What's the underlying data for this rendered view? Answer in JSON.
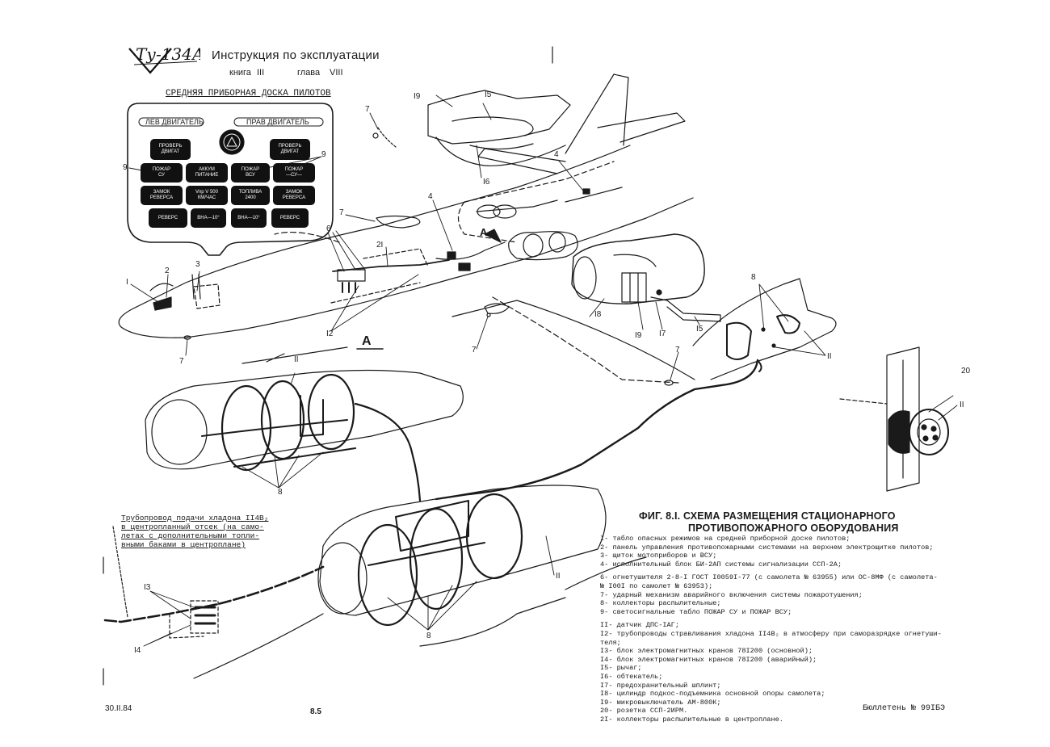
{
  "header": {
    "logo_text": "Ту-134А",
    "title": "Инструкция по эксплуатации",
    "book_label": "книга",
    "book_value": "III",
    "chapter_label": "глава",
    "chapter_value": "VIII"
  },
  "panel": {
    "title": "СРЕДНЯЯ ПРИБОРНАЯ ДОСКА ПИЛОТОВ",
    "left_engine": "ЛЕВ ДВИГАТЕЛЬ",
    "right_engine": "ПРАВ ДВИГАТЕЛЬ",
    "buttons": [
      "ПРОВЕРЬ\nДВИГАТ",
      "ПРОВЕРЬ\nДВИГАТ",
      "ПОЖАР\nСУ",
      "АККУМ\nПИТАНИЕ",
      "ПОЖАР\nВСУ",
      "ПОЖАР\n—СУ—",
      "ЗАМОК\nРЕВЕРСА",
      "Vпр V 500\nКМ/ЧАС",
      "ТОПЛИВА\n2400",
      "ЗАМОК\nРЕВЕРСА",
      "РЕВЕРС",
      "ВНА—10°",
      "ВНА—10°",
      "РЕВЕРС"
    ]
  },
  "callouts": {
    "c1": "I",
    "c2": "2",
    "c3": "3",
    "c4a": "4",
    "c4b": "4",
    "c6": "6",
    "c7a": "7",
    "c7b": "7",
    "c7c": "7",
    "c7d": "7",
    "c7e": "7",
    "c8a": "8",
    "c8b": "8",
    "c8c": "8",
    "c9a": "9",
    "c9b": "9",
    "c11a": "II",
    "c11b": "II",
    "c11c": "II",
    "c11d": "II",
    "c12": "I2",
    "c13": "I3",
    "c14": "I4",
    "c15a": "I5",
    "c15b": "I5",
    "c16": "I6",
    "c17": "I7",
    "c18": "I8",
    "c19a": "I9",
    "c19b": "I9",
    "c20": "20",
    "c21": "2I",
    "view": "А",
    "view_arrow": "А"
  },
  "note_lines": [
    "Трубопровод подачи хладона II4В₂",
    "в центропланный отсек (на само-",
    "летах с дополнительными топли-",
    "вными баками в центроплане)"
  ],
  "figure": {
    "title_line1": "ФИГ. 8.I.  СХЕМА РАЗМЕЩЕНИЯ СТАЦИОНАРНОГО",
    "title_line2": "ПРОТИВОПОЖАРНОГО ОБОРУДОВАНИЯ",
    "legend": [
      "I- табло опасных режимов на средней приборной доске пилотов;",
      "2- панель управления противопожарными системами на верхнем электрощитке пилотов;",
      "3- щиток мотоприборов и ВСУ;",
      "4- исполнительный блок БИ-2АП системы сигнализации ССП-2А;",
      "",
      "6- огнетушителя 2-8-I ГОСТ I0059I-77 (с самолета № 63955) или ОС-8МФ (с самолета-",
      "    № I00I по самолет № 63953);",
      "7- ударный механизм аварийного включения системы пожаротушения;",
      "8- коллекторы распылительные;",
      "9- светосигнальные табло ПОЖАР СУ и ПОЖАР ВСУ;",
      "",
      "II- датчик ДПС-IАГ;",
      "I2- трубопроводы стравливания хладона II4В₂ в атмосферу при саморазрядке огнетуши-",
      "    теля;",
      "I3- блок электромагнитных кранов 78I200 (основной);",
      "I4- блок электромагнитных кранов 78I200 (аварийный);",
      "I5- рычаг;",
      "I6- обтекатель;",
      "I7- предохранительный шплинт;",
      "I8- цилиндр подкос-подъемника основной опоры самолета;",
      "I9- микровыключатель АМ-800К;",
      "20- розетка ССП-2ИРМ.",
      "2I- коллекторы распылительные в центроплане."
    ]
  },
  "footer": {
    "date": "30.II.84",
    "page": "8.5",
    "bulletin": "Бюллетень № 99IБЭ"
  }
}
